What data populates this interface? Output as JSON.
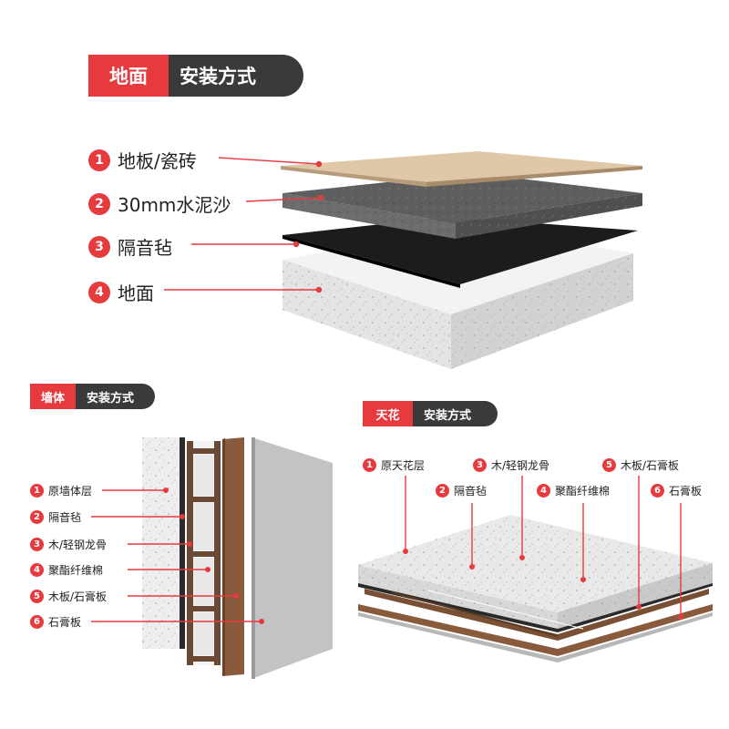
{
  "floor": {
    "header": {
      "tag": "地面",
      "title": "安装方式"
    },
    "layers": [
      {
        "num": "1",
        "label": "地板/瓷砖"
      },
      {
        "num": "2",
        "label": "30mm水泥沙"
      },
      {
        "num": "3",
        "label": "隔音毡"
      },
      {
        "num": "4",
        "label": "地面"
      }
    ]
  },
  "wall": {
    "header": {
      "tag": "墙体",
      "title": "安装方式"
    },
    "layers": [
      {
        "num": "1",
        "label": "原墙体层"
      },
      {
        "num": "2",
        "label": "隔音毡"
      },
      {
        "num": "3",
        "label": "木/轻钢龙骨"
      },
      {
        "num": "4",
        "label": "聚酯纤维棉"
      },
      {
        "num": "5",
        "label": "木板/石膏板"
      },
      {
        "num": "6",
        "label": "石膏板"
      }
    ]
  },
  "ceiling": {
    "header": {
      "tag": "天花",
      "title": "安装方式"
    },
    "layers": [
      {
        "num": "1",
        "label": "原天花层"
      },
      {
        "num": "2",
        "label": "隔音毡"
      },
      {
        "num": "3",
        "label": "木/轻钢龙骨"
      },
      {
        "num": "4",
        "label": "聚酯纤维棉"
      },
      {
        "num": "5",
        "label": "木板/石膏板"
      },
      {
        "num": "6",
        "label": "石膏板"
      }
    ]
  },
  "colors": {
    "accent": "#e63a3e",
    "dark": "#3a3a3a",
    "wood": "#d9c2a3",
    "mortar": "#6a6a6a",
    "felt": "#1c1c1c",
    "concrete": "#eeeeee",
    "stud": "#6b4a35",
    "panel": "#8a5a3c",
    "gypsum": "#c8c8c8"
  }
}
